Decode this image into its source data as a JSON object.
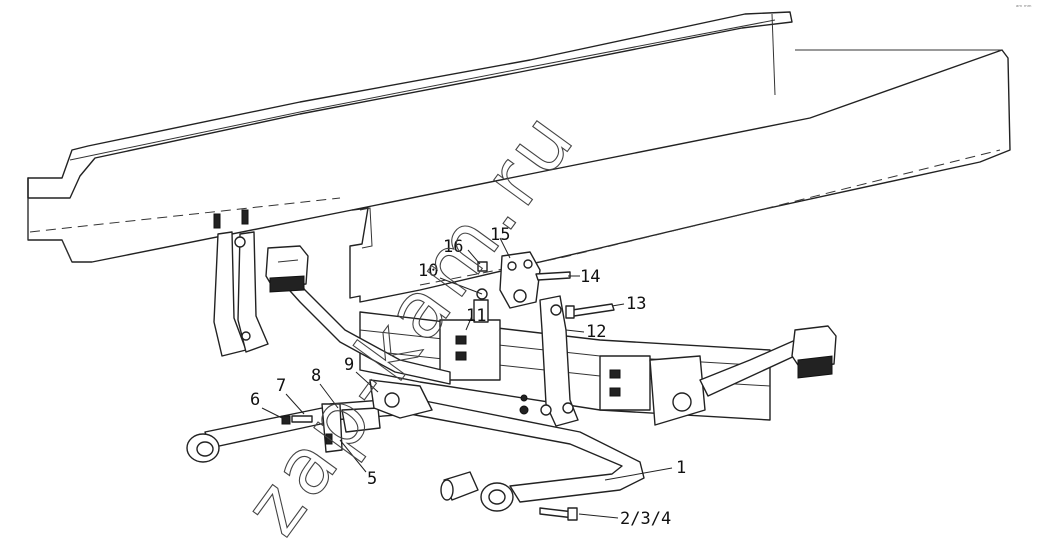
{
  "diagram": {
    "corner_mark": "ᵃᵐ ᵐᵐ",
    "watermark": "zap-kam.ru",
    "callouts": [
      {
        "id": "1",
        "text": "1"
      },
      {
        "id": "2-3-4",
        "text": "2/3/4"
      },
      {
        "id": "5",
        "text": "5"
      },
      {
        "id": "6",
        "text": "6"
      },
      {
        "id": "7",
        "text": "7"
      },
      {
        "id": "8",
        "text": "8"
      },
      {
        "id": "9",
        "text": "9"
      },
      {
        "id": "10",
        "text": "10"
      },
      {
        "id": "11",
        "text": "11"
      },
      {
        "id": "12",
        "text": "12"
      },
      {
        "id": "13",
        "text": "13"
      },
      {
        "id": "14",
        "text": "14"
      },
      {
        "id": "15",
        "text": "15"
      },
      {
        "id": "16",
        "text": "16"
      }
    ]
  }
}
